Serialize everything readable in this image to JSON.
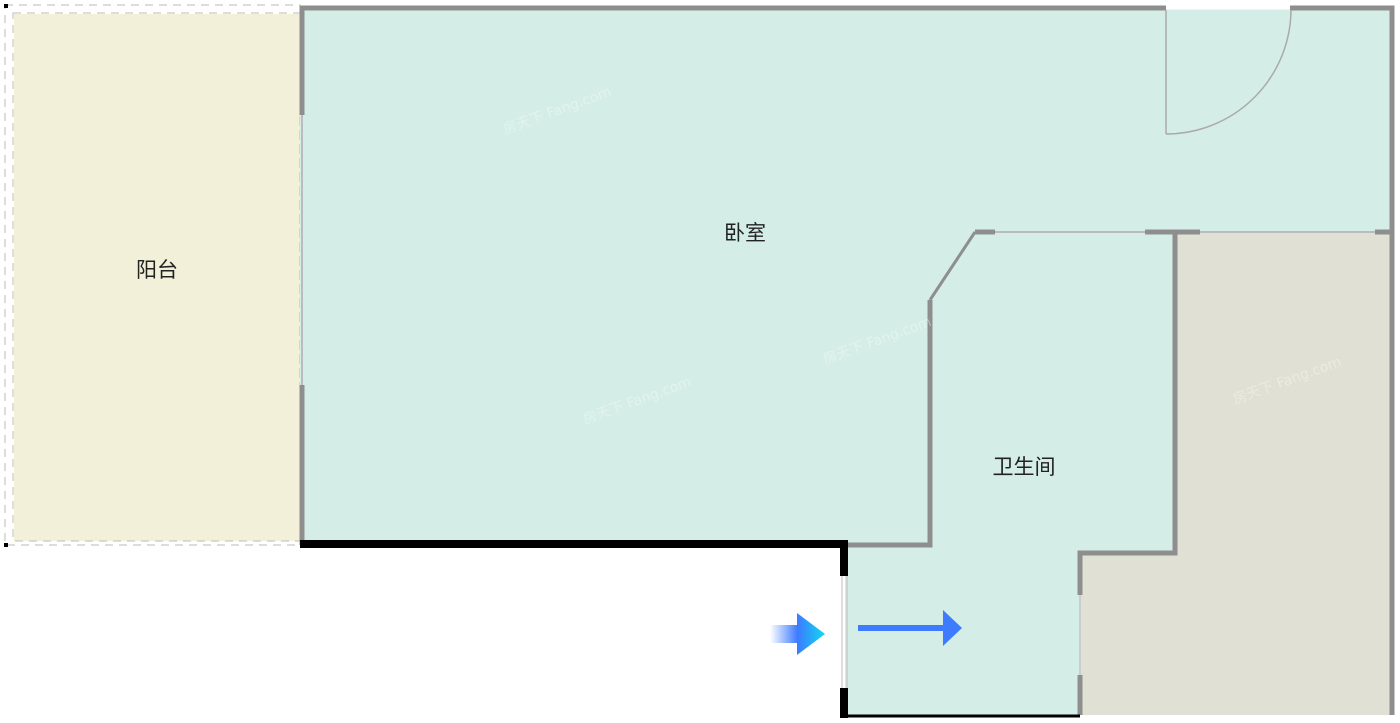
{
  "rooms": {
    "balcony": {
      "label": "阳台",
      "color": "#f2f0d8"
    },
    "bedroom": {
      "label": "卧室",
      "color": "#d4ede7"
    },
    "bathroom": {
      "label": "卫生间",
      "color": "#d4ede7"
    },
    "other": {
      "color": "#e0e0d4"
    }
  },
  "colors": {
    "wall": "#8e8e8e",
    "exterior_wall": "#000000",
    "arrow": "#3d7bff"
  },
  "watermark": "房天下 Fang.com",
  "entrance_icon": "entrance-arrow-icon"
}
